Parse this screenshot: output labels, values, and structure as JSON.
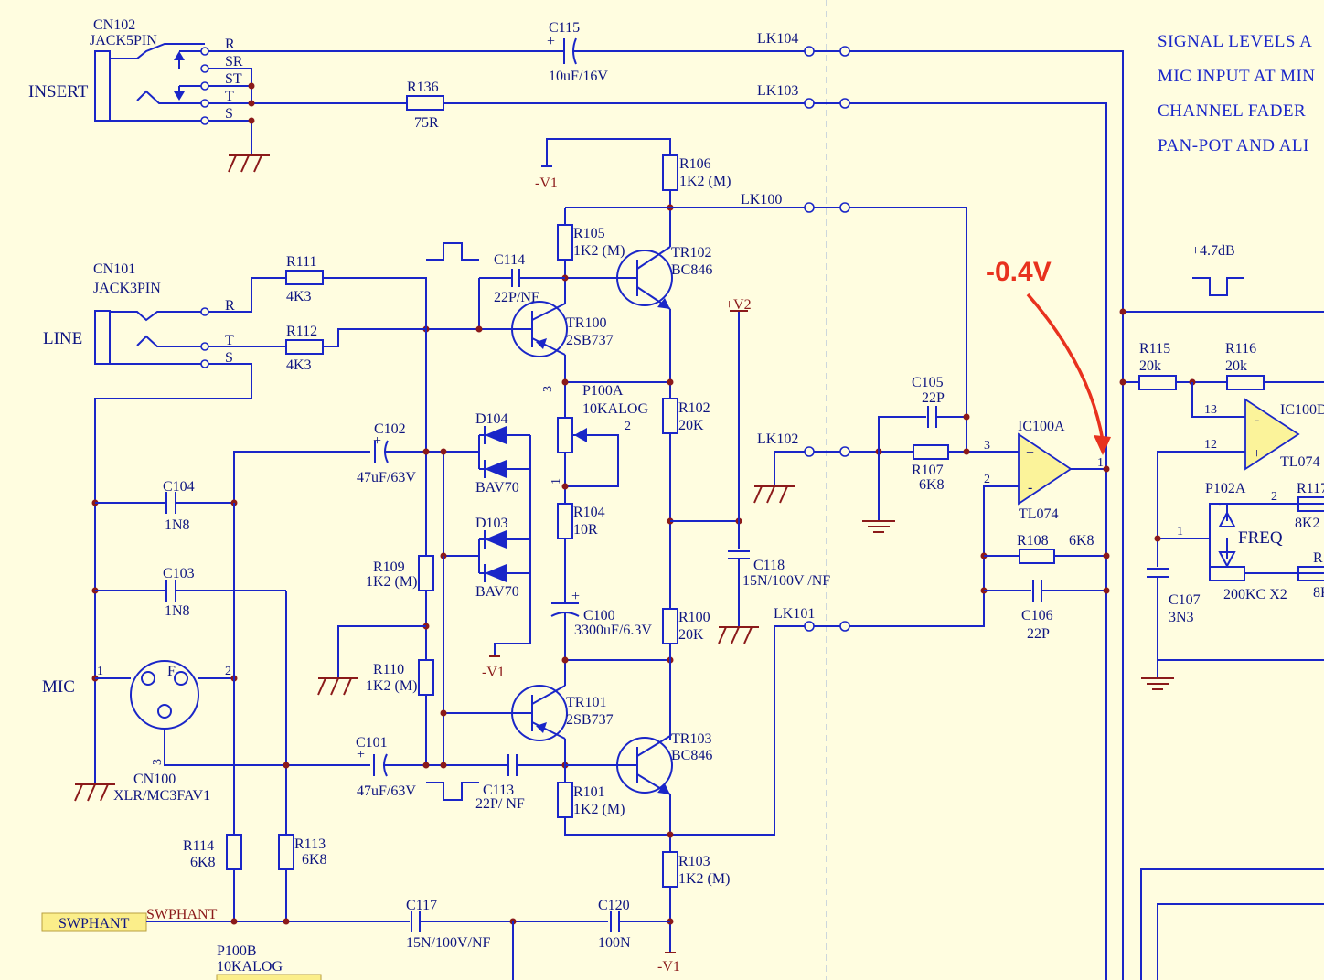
{
  "insert_section": {
    "label": "INSERT",
    "connector_ref": "CN102",
    "connector_type": "JACK5PIN",
    "pins": [
      "R",
      "SR",
      "ST",
      "T",
      "S"
    ]
  },
  "line_section": {
    "label": "LINE",
    "connector_ref": "CN101",
    "connector_type": "JACK3PIN",
    "pins": [
      "R",
      "T",
      "S"
    ]
  },
  "mic_section": {
    "label": "MIC",
    "connector_ref": "CN100",
    "connector_type": "XLR/MC3FAV1",
    "pin1": "1",
    "pin2": "2",
    "pin3": "3",
    "female_mark": "F"
  },
  "capacitors": {
    "C115": {
      "ref": "C115",
      "value": "10uF/16V"
    },
    "C114": {
      "ref": "C114",
      "value": "22P/NF"
    },
    "C102": {
      "ref": "C102",
      "value": "47uF/63V"
    },
    "C104": {
      "ref": "C104",
      "value": "1N8"
    },
    "C103": {
      "ref": "C103",
      "value": "1N8"
    },
    "C101": {
      "ref": "C101",
      "value": "47uF/63V"
    },
    "C113": {
      "ref": "C113",
      "value": "22P/ NF"
    },
    "C100": {
      "ref": "C100",
      "value": "3300uF/6.3V"
    },
    "C118": {
      "ref": "C118",
      "value": "15N/100V  /NF"
    },
    "C105": {
      "ref": "C105",
      "value": "22P"
    },
    "C106": {
      "ref": "C106",
      "value": "22P"
    },
    "C107": {
      "ref": "C107",
      "value": "3N3"
    },
    "C117": {
      "ref": "C117",
      "value": "15N/100V/NF"
    },
    "C120": {
      "ref": "C120",
      "value": "100N"
    }
  },
  "resistors": {
    "R136": {
      "ref": "R136",
      "value": "75R"
    },
    "R106": {
      "ref": "R106",
      "value": "1K2 (M)"
    },
    "R105": {
      "ref": "R105",
      "value": "1K2 (M)"
    },
    "R111": {
      "ref": "R111",
      "value": "4K3"
    },
    "R112": {
      "ref": "R112",
      "value": "4K3"
    },
    "R102": {
      "ref": "R102",
      "value": "20K"
    },
    "R104": {
      "ref": "R104",
      "value": "10R"
    },
    "R109": {
      "ref": "R109",
      "value": "1K2 (M)"
    },
    "R110": {
      "ref": "R110",
      "value": "1K2 (M)"
    },
    "R100": {
      "ref": "R100",
      "value": "20K"
    },
    "R101": {
      "ref": "R101",
      "value": "1K2 (M)"
    },
    "R103": {
      "ref": "R103",
      "value": "1K2 (M)"
    },
    "R114": {
      "ref": "R114",
      "value": "6K8"
    },
    "R113": {
      "ref": "R113",
      "value": "6K8"
    },
    "R107": {
      "ref": "R107",
      "value": "6K8"
    },
    "R108": {
      "ref": "R108",
      "value": "6K8"
    },
    "R115": {
      "ref": "R115",
      "value": "20k"
    },
    "R116": {
      "ref": "R116",
      "value": "20k"
    },
    "R117": {
      "ref": "R117",
      "value": "8K2"
    },
    "R118": {
      "ref": "R",
      "value": "8K"
    }
  },
  "transistors": {
    "TR100": {
      "ref": "TR100",
      "value": "2SB737"
    },
    "TR101": {
      "ref": "TR101",
      "value": "2SB737"
    },
    "TR102": {
      "ref": "TR102",
      "value": "BC846"
    },
    "TR103": {
      "ref": "TR103",
      "value": "BC846"
    }
  },
  "diodes": {
    "D104": {
      "ref": "D104",
      "value": "BAV70"
    },
    "D103": {
      "ref": "D103",
      "value": "BAV70"
    }
  },
  "pots": {
    "P100A": {
      "ref": "P100A",
      "value": "10KALOG",
      "pin1": "1",
      "pin2": "2",
      "pin3": "3"
    },
    "P100B": {
      "ref": "P100B",
      "value": "10KALOG"
    },
    "P102A": {
      "ref": "P102A",
      "value": "200KC X2",
      "pin1": "1",
      "pin2": "2"
    }
  },
  "links": [
    "LK104",
    "LK103",
    "LK100",
    "LK102",
    "LK101"
  ],
  "opamps": {
    "IC100A": {
      "ref": "IC100A",
      "value": "TL074",
      "pin_plus": "3",
      "pin_minus": "2",
      "pin_out": "1"
    },
    "IC100D": {
      "ref": "IC100D",
      "value": "TL074",
      "pin_a": "13",
      "pin_b": "12"
    }
  },
  "rails": {
    "v1_neg": "-V1",
    "v2_pos": "+V2"
  },
  "swphant": {
    "box_label": "SWPHANT",
    "net_label": "SWPHANT"
  },
  "freq_label": "FREQ",
  "level_label": "+4.7dB",
  "notes": [
    "SIGNAL  LEVELS  A",
    "MIC INPUT  AT  MIN",
    "CHANNEL  FADER",
    "PAN-POT  AND  ALI"
  ],
  "annotation": {
    "text": "-0.4V",
    "color": "#e8321e"
  },
  "colors": {
    "wire": "#1a26c8",
    "ground_and_junction": "#8b1a1a",
    "background": "#fffde0",
    "opamp_fill": "#fbf39a"
  }
}
